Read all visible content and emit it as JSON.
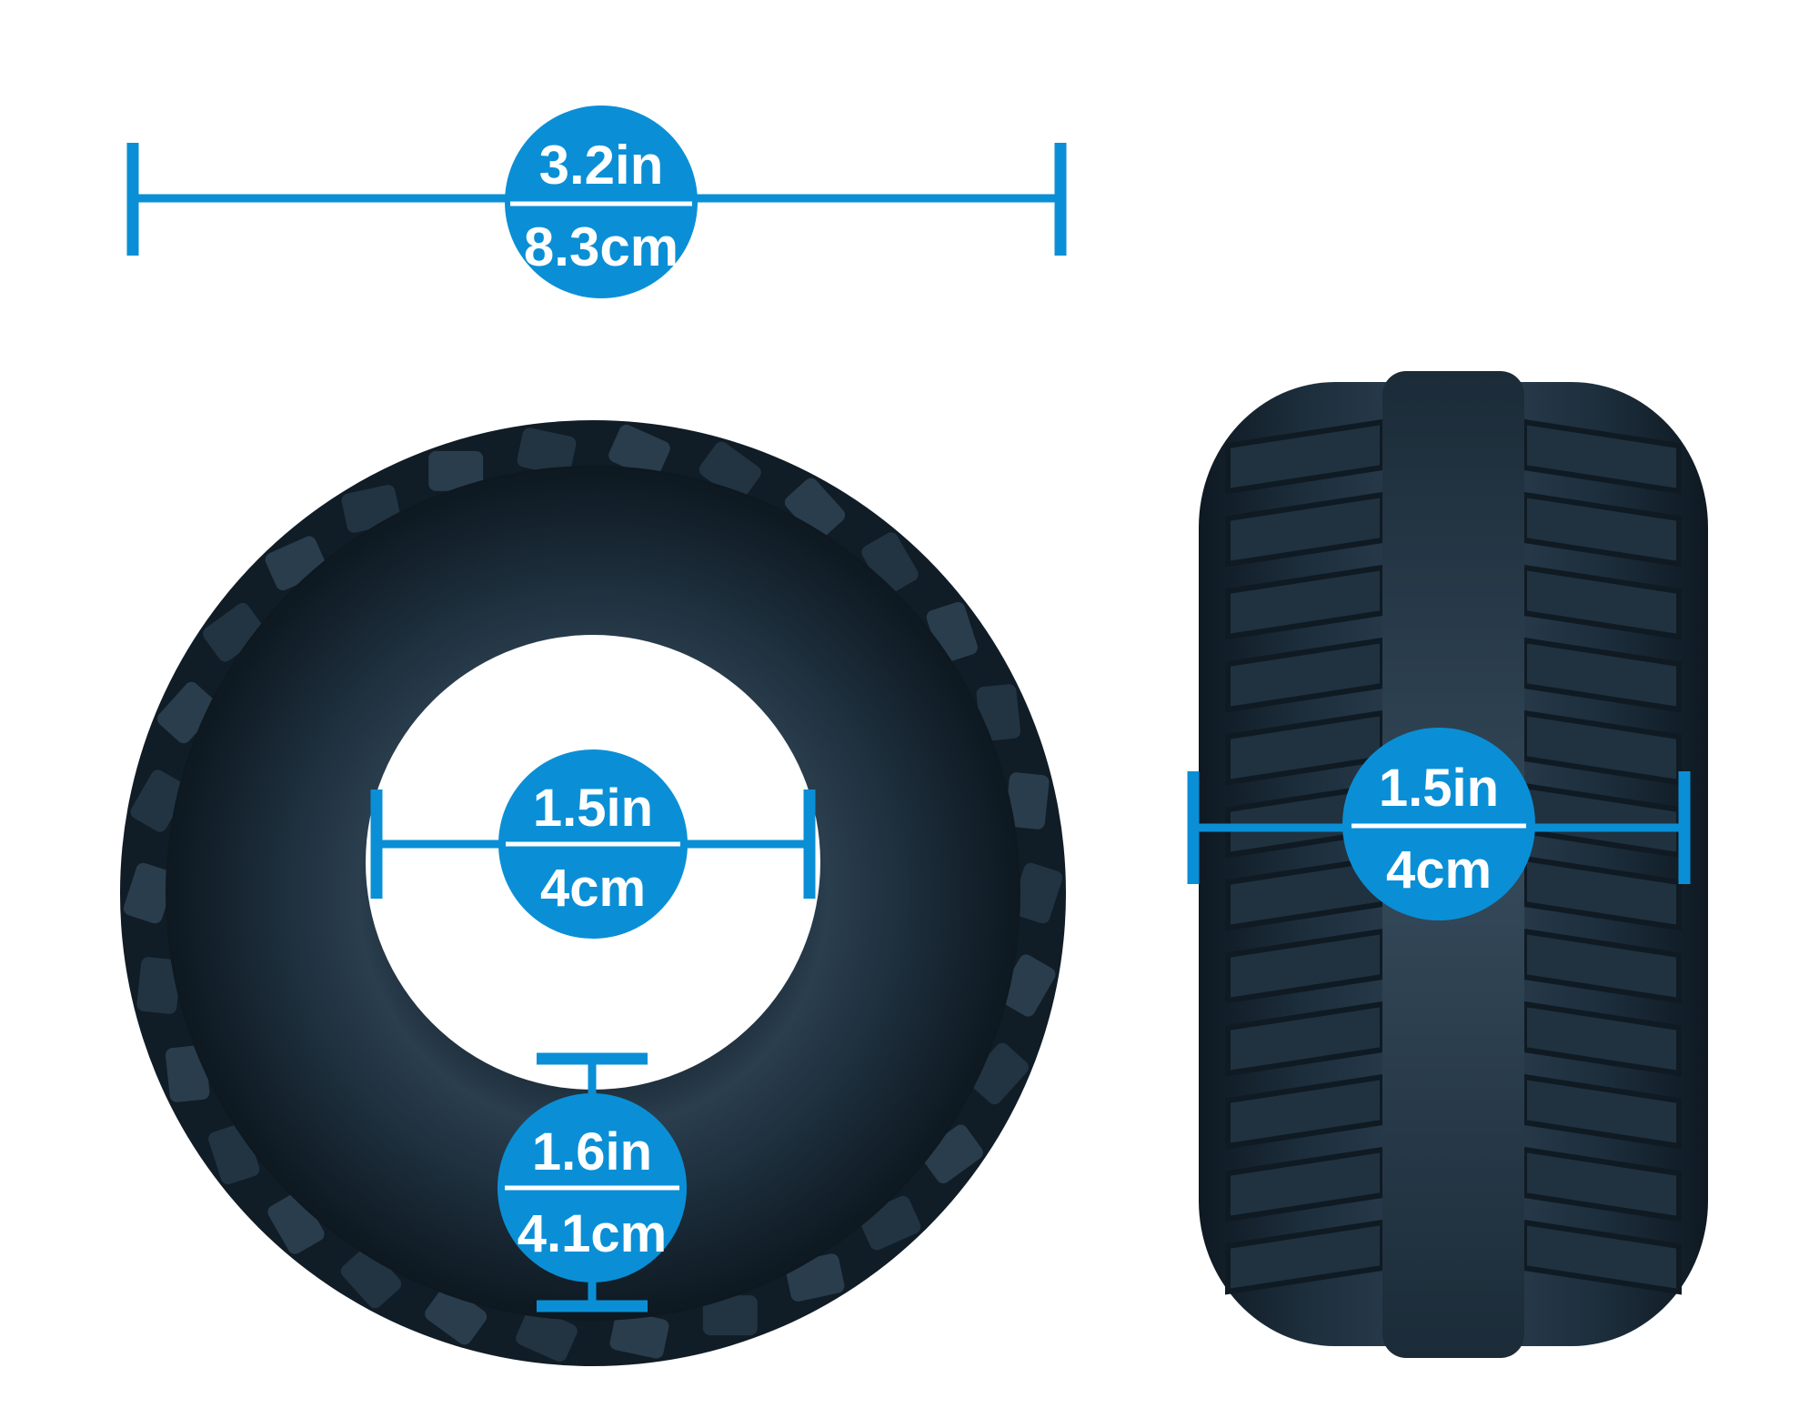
{
  "colors": {
    "accent": "#0a8fd6",
    "tire_dark": "#162633",
    "tire_mid": "#2b3f4f",
    "background": "#ffffff"
  },
  "dimensions": {
    "overall_width": {
      "imperial": "3.2in",
      "metric": "8.3cm"
    },
    "inner_diameter": {
      "imperial": "1.5in",
      "metric": "4cm"
    },
    "ring_thickness": {
      "imperial": "1.6in",
      "metric": "4.1cm"
    },
    "side_width": {
      "imperial": "1.5in",
      "metric": "4cm"
    }
  }
}
